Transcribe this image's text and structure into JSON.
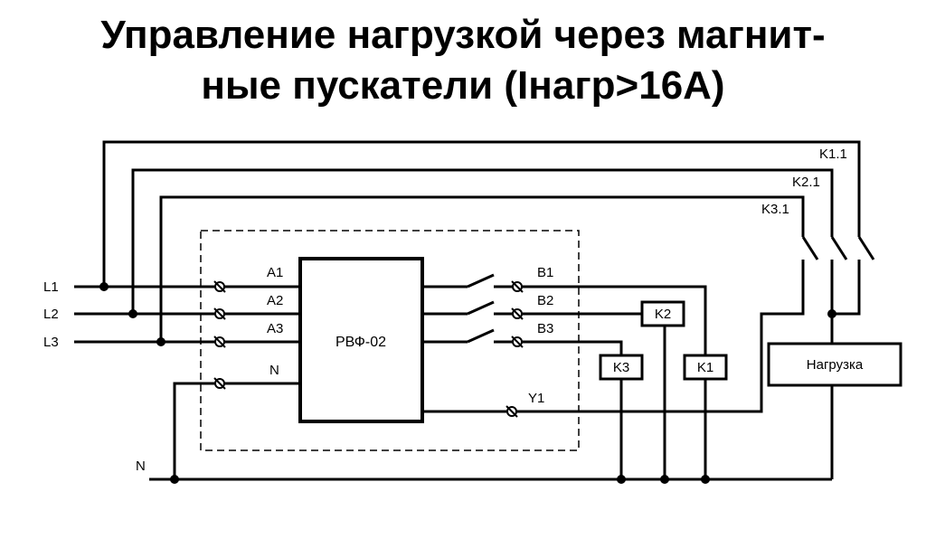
{
  "title": {
    "line1": "Управление нагрузкой через магнит-",
    "line2": "ные пускатели (Iнагр>16A)"
  },
  "relay": {
    "name": "РВФ-02"
  },
  "inputs": [
    "L1",
    "L2",
    "L3"
  ],
  "neutral_label": "N",
  "relay_inputs": [
    "A1",
    "A2",
    "A3",
    "N"
  ],
  "relay_outputs": [
    "B1",
    "B2",
    "B3",
    "Y1"
  ],
  "contacts": [
    "K1.1",
    "K2.1",
    "K3.1"
  ],
  "coils": [
    "K3",
    "K1",
    "K2"
  ],
  "load": "Нагрузка"
}
